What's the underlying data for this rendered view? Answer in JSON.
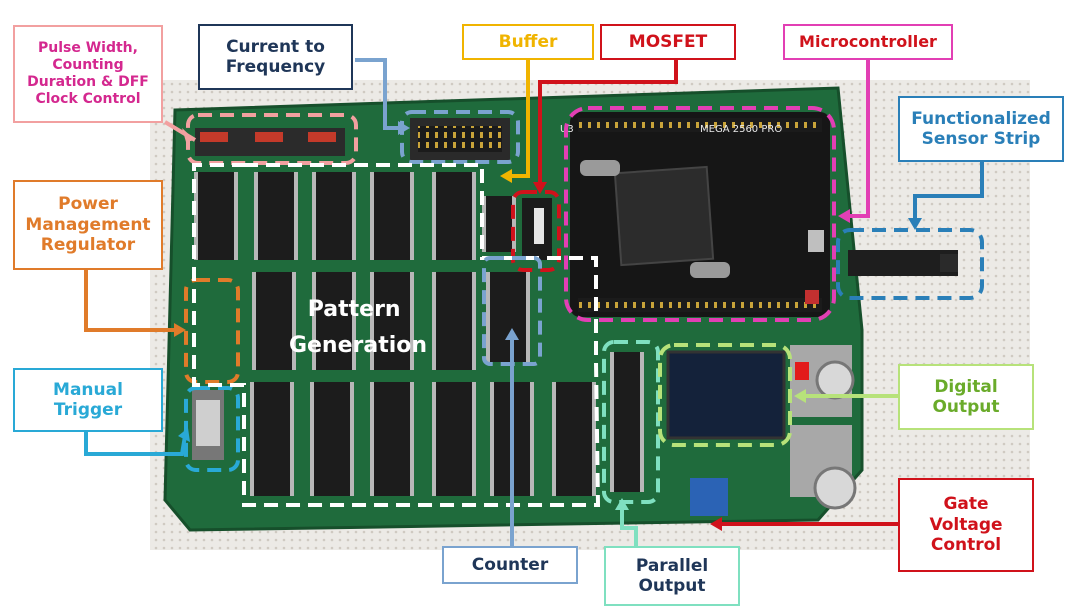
{
  "diagram": {
    "labels": [
      {
        "id": "pulse_width",
        "text": "Pulse Width,\nCounting\nDuration & DFF\nClock Control",
        "color": "#d4288f",
        "border": "#f2a0a0"
      },
      {
        "id": "current_to_frequency",
        "text": "Current to\nFrequency",
        "color": "#1f3658",
        "border": "#1f3658"
      },
      {
        "id": "buffer",
        "text": "Buffer",
        "color": "#f0b400",
        "border": "#f0b400"
      },
      {
        "id": "mosfet",
        "text": "MOSFET",
        "color": "#d0121b",
        "border": "#d0121b"
      },
      {
        "id": "microcontroller",
        "text": "Microcontroller",
        "color": "#d0121b",
        "border": "#e23fb4"
      },
      {
        "id": "functionalized_sensor_strip",
        "text": "Functionalized\nSensor Strip",
        "color": "#2a7fb8",
        "border": "#2a7fb8"
      },
      {
        "id": "power_management",
        "text": "Power\nManagement\nRegulator",
        "color": "#e07b2a",
        "border": "#e07b2a"
      },
      {
        "id": "manual_trigger",
        "text": "Manual\nTrigger",
        "color": "#29a9d6",
        "border": "#29a9d6"
      },
      {
        "id": "digital_output",
        "text": "Digital\nOutput",
        "color": "#6aab2a",
        "border": "#b7e27a"
      },
      {
        "id": "gate_voltage_control",
        "text": "Gate\nVoltage\nControl",
        "color": "#d0121b",
        "border": "#d0121b"
      },
      {
        "id": "counter",
        "text": "Counter",
        "color": "#1f3658",
        "border": "#7aa3cf"
      },
      {
        "id": "parallel_output",
        "text": "Parallel\nOutput",
        "color": "#1f3658",
        "border": "#7fe0c0"
      }
    ],
    "pattern_generation": "Pattern\nGeneration",
    "chip_markings": {
      "mcu_board": "MEGA 2560 PRO",
      "u3": "U3"
    }
  }
}
